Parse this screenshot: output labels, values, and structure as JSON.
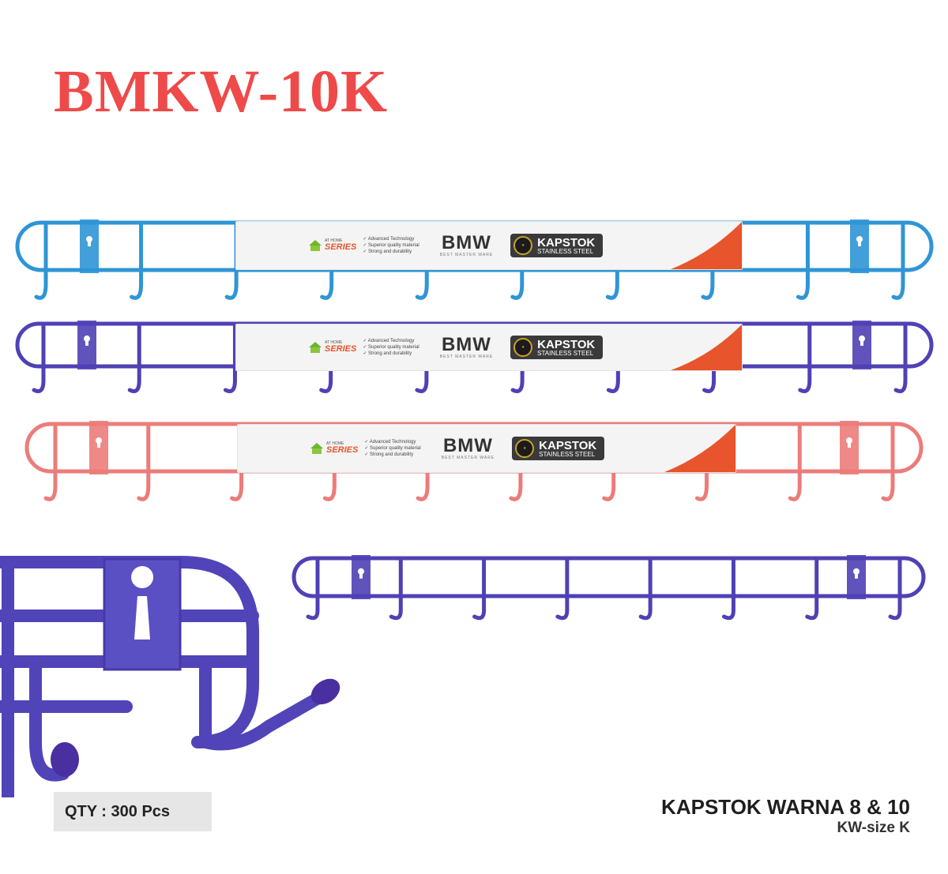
{
  "product_code": "BMKW-10K",
  "colors": {
    "code": "#ee4a4a",
    "blue_rack": "#2f95d6",
    "purple_rack": "#4f41b5",
    "pink_rack": "#ec7c7a",
    "brand_orange": "#e8542b"
  },
  "label": {
    "series_small": "AT HOME",
    "series": "SERIES",
    "features": [
      "✓ Advanced Technology",
      "✓ Superior quality material",
      "✓ Strong and durability"
    ],
    "brand": "BMW",
    "brand_tagline": "BEST MASTER WARE",
    "product": "KAPSTOK",
    "material": "STAINLESS STEEL"
  },
  "qty": "QTY :  300 Pcs",
  "product_name": "KAPSTOK WARNA 8 & 10",
  "product_size": "KW-size K"
}
